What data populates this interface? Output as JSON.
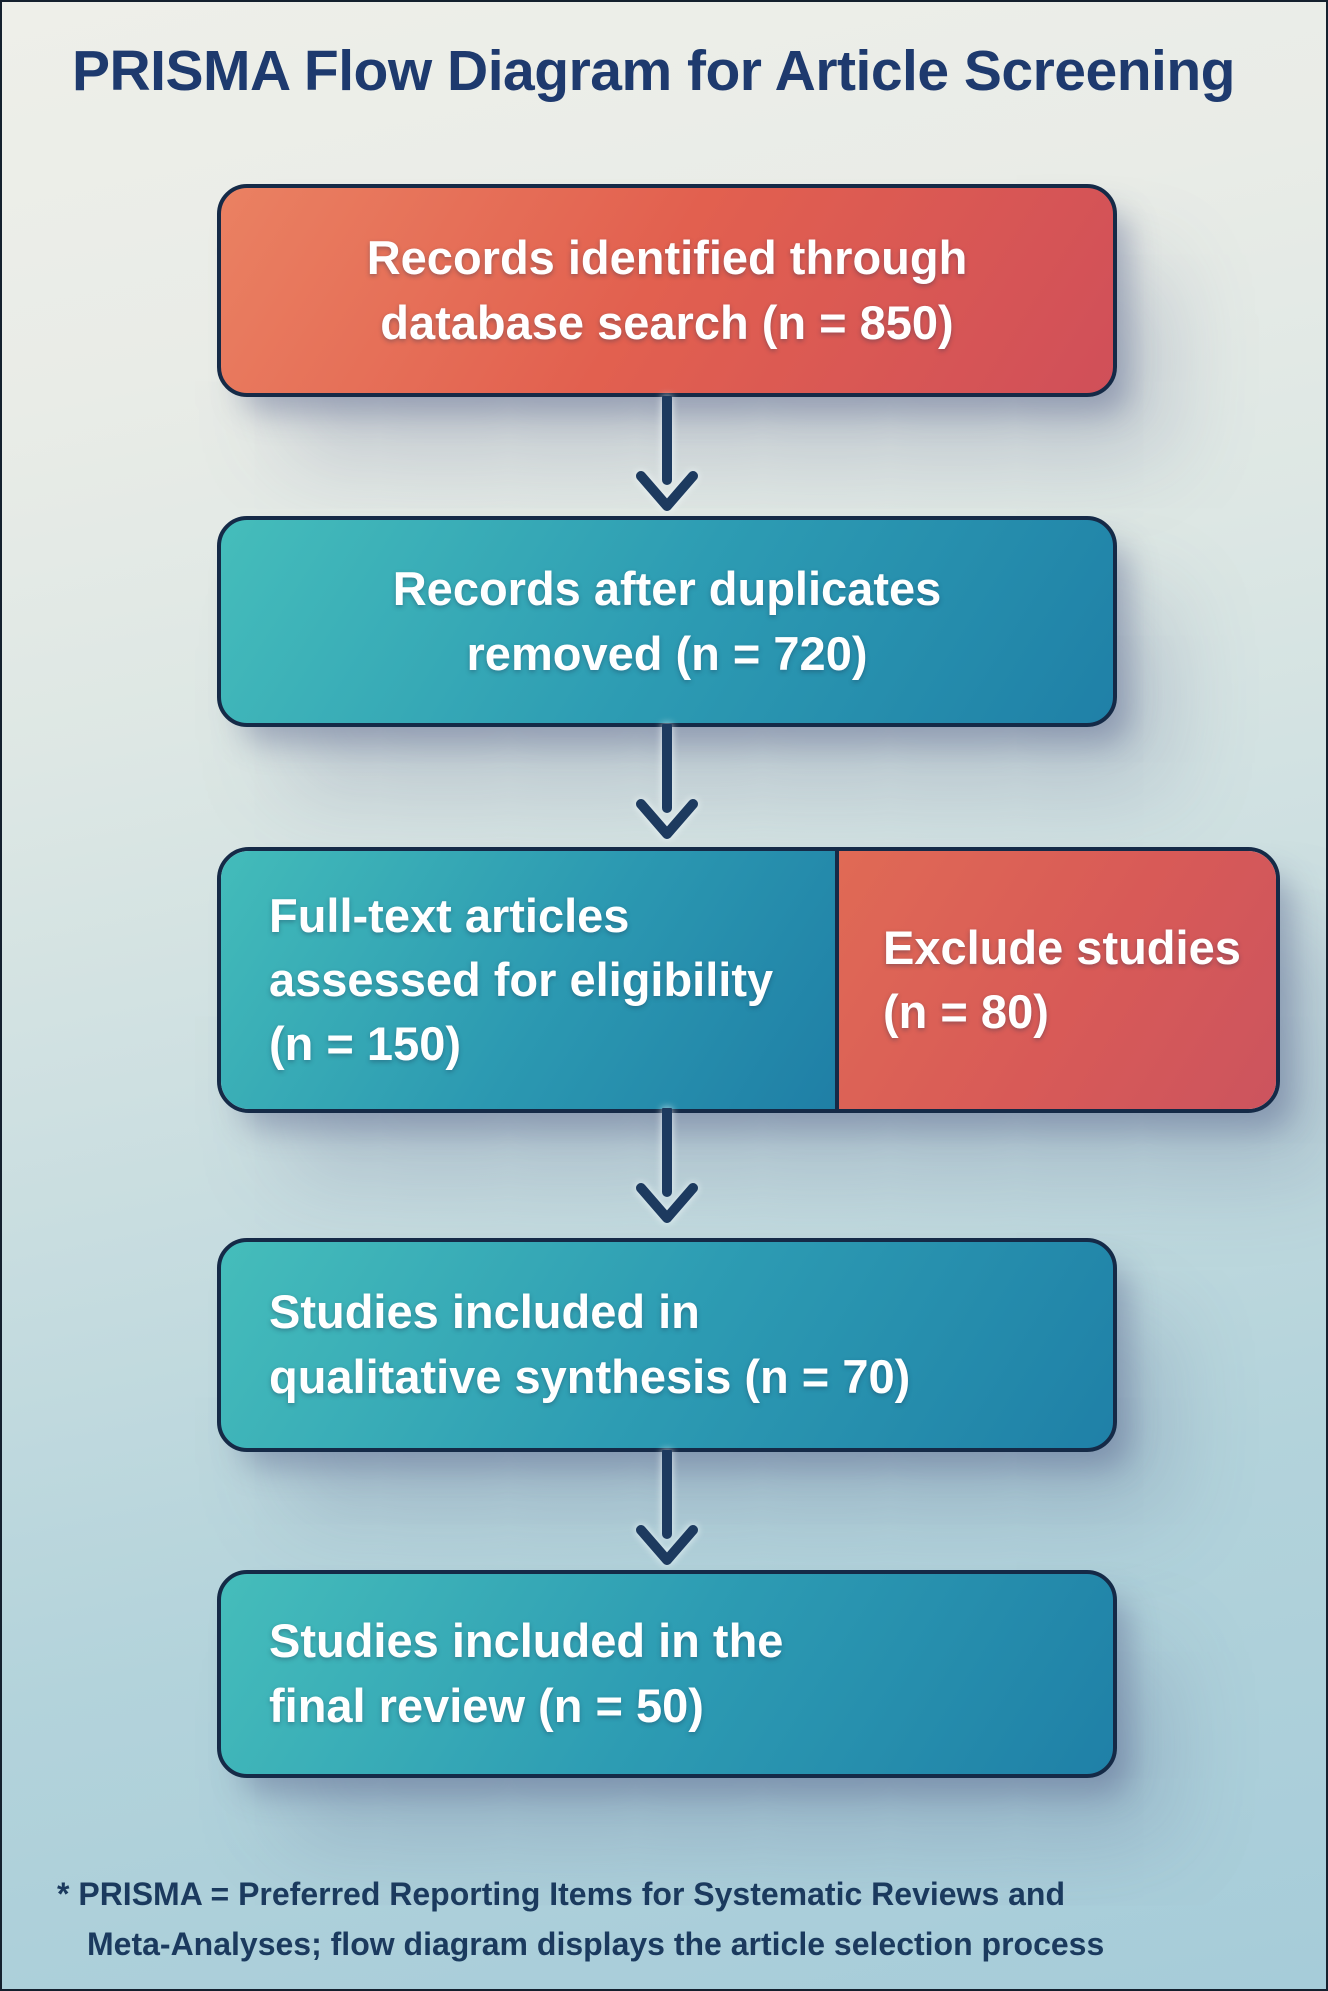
{
  "title": "PRISMA Flow Diagram for Article Screening",
  "diagram": {
    "type": "flowchart",
    "nodes": [
      {
        "id": "records-identified",
        "role": "process",
        "color": "coral",
        "n": 850,
        "lines": [
          "Records identified through",
          "database search (n = 850)"
        ]
      },
      {
        "id": "duplicates-removed",
        "role": "process",
        "color": "teal",
        "n": 720,
        "lines": [
          "Records after duplicates",
          "removed (n = 720)"
        ]
      },
      {
        "id": "fulltext-assessed",
        "role": "process",
        "color": "teal",
        "n": 150,
        "lines": [
          "Full-text articles",
          "assessed for eligibility",
          "(n = 150)"
        ]
      },
      {
        "id": "exclude-studies",
        "role": "exclusion",
        "color": "coral",
        "n": 80,
        "lines": [
          "Exclude studies",
          "(n = 80)"
        ]
      },
      {
        "id": "qualitative-synthesis",
        "role": "process",
        "color": "teal",
        "n": 70,
        "lines": [
          "Studies included in",
          "qualitative synthesis (n = 70)"
        ]
      },
      {
        "id": "final-review",
        "role": "process",
        "color": "teal",
        "n": 50,
        "lines": [
          "Studies included in the",
          "final review (n = 50)"
        ]
      }
    ],
    "edges": [
      {
        "from": "records-identified",
        "to": "duplicates-removed"
      },
      {
        "from": "duplicates-removed",
        "to": "fulltext-assessed"
      },
      {
        "from": "fulltext-assessed",
        "to": "qualitative-synthesis"
      },
      {
        "from": "qualitative-synthesis",
        "to": "final-review"
      }
    ]
  },
  "footnote": {
    "lines": [
      "* PRISMA = Preferred Reporting Items for Systematic Reviews and",
      "Meta-Analyses; flow diagram displays the article selection process"
    ]
  },
  "colors": {
    "title_text": "#1e3a6e",
    "box_border": "#152a47",
    "coral_start": "#ea8162",
    "coral_end": "#d04f59",
    "teal_start": "#45bdbb",
    "teal_end": "#1f80a7",
    "arrow": "#1d3a5f",
    "background_top": "#eeefe9",
    "background_bottom": "#a6ccd9",
    "box_text": "#ffffff",
    "footnote_text": "#1b3a5e"
  }
}
